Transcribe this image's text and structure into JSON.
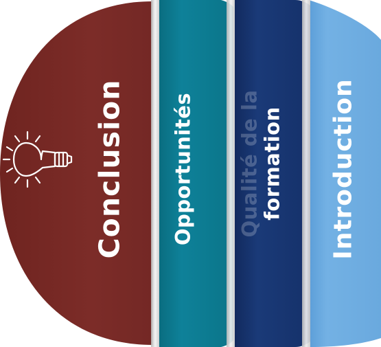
{
  "panels": {
    "conclusion": {
      "label": "Conclusion",
      "color": "#7a2a27",
      "icon": "lightbulb-icon"
    },
    "opportunites": {
      "label": "Opportunités",
      "color": "#0d7e93"
    },
    "qualite": {
      "label_line1": "Qualité de la",
      "label_line2": "formation",
      "color": "#17326a"
    },
    "introduction": {
      "label": "Introduction",
      "color": "#6faee0"
    }
  }
}
